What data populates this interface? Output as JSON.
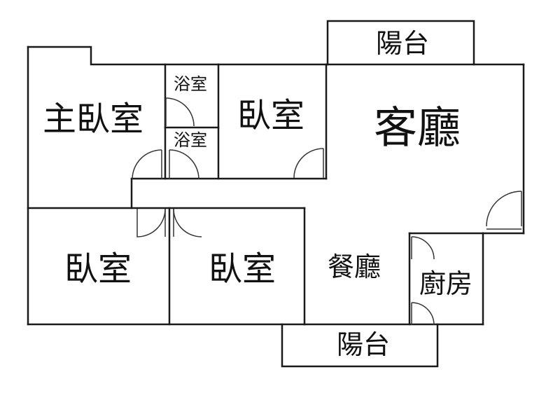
{
  "rooms": {
    "living_room": "客廳",
    "master_bedroom": "主臥室",
    "bathroom_upper": "浴室",
    "bathroom_lower": "浴室",
    "bedroom_upper": "臥室",
    "bedroom_lower_left": "臥室",
    "bedroom_lower_middle": "臥室",
    "dining_room": "餐廳",
    "kitchen": "廚房",
    "balcony_top": "陽台",
    "balcony_bottom": "陽台"
  }
}
